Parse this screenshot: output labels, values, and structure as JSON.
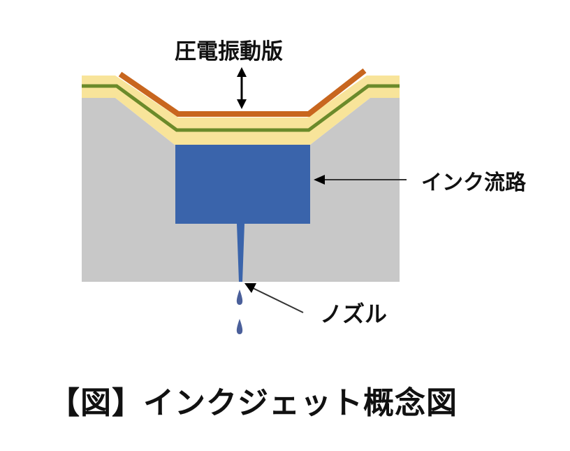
{
  "labels": {
    "piezo": "圧電振動版",
    "ink_channel": "インク流路",
    "nozzle": "ノズル"
  },
  "caption": "【図】インクジェット概念図",
  "colors": {
    "body": "#c8c8c8",
    "yellow": "#f8e49a",
    "green": "#6b8a2a",
    "orange": "#c8661e",
    "ink": "#3a64ab"
  }
}
